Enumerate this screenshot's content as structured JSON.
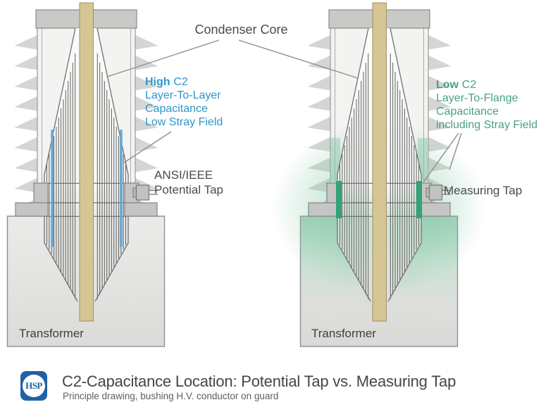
{
  "diagram": {
    "condenser_core_label": "Condenser Core",
    "left_bushing": {
      "c2_note": {
        "emphasis": "High",
        "suffix": "C2",
        "lines": [
          "Layer-To-Layer",
          "Capacitance",
          "Low Stray Field"
        ]
      },
      "tap_label_line1": "ANSI/IEEE",
      "tap_label_line2": "Potential Tap",
      "transformer_label": "Transformer"
    },
    "right_bushing": {
      "c2_note": {
        "emphasis": "Low",
        "suffix": "C2",
        "lines": [
          "Layer-To-Flange",
          "Capacitance",
          "including Stray Field"
        ]
      },
      "tap_label": "Measuring Tap",
      "transformer_label": "Transformer"
    },
    "colors": {
      "c2_high_blue": "#2e96cc",
      "c2_low_green": "#49a287",
      "field_glow_green": "#8bcbac",
      "conductor_tan": "#d6c595",
      "logo_blue": "#2161a5"
    }
  },
  "footer": {
    "logo_text": "HSP",
    "title": "C2-Capacitance Location: Potential Tap vs. Measuring Tap",
    "subtitle": "Principle drawing, bushing H.V. conductor on guard"
  }
}
